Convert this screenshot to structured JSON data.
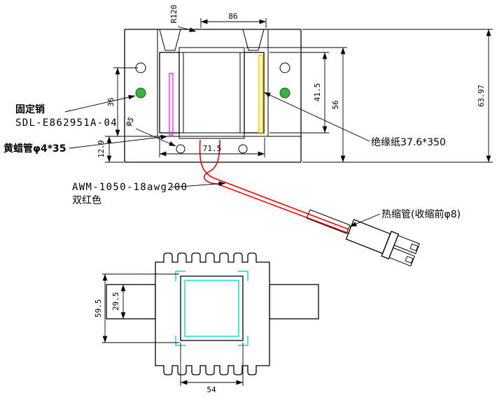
{
  "labels": {
    "fixing_pin": "固定销",
    "fixing_pin_code": "SDL-E862951A-04",
    "yellow_wax_tube": "黄蜡管φ4*35",
    "insulation_paper": "绝缘纸37.6*350",
    "wire_spec": "AWM-1050-18awg200",
    "wire_color": "双红色",
    "heat_shrink_tube": "热缩管(收缩前φ8)"
  },
  "dimensions": {
    "front": {
      "top_radius": "R120",
      "top_width": "86",
      "left_height": "36",
      "base_height": "12.9",
      "hole_diameter": "φ5",
      "coil_window_height": "41.5",
      "bobbin_height": "56",
      "overall_height": "63.97",
      "base_width": "71.5"
    },
    "top": {
      "outer_height": "59.5",
      "inner_height": "29.5",
      "core_width": "54"
    }
  },
  "colors": {
    "line": "#000000",
    "wire_red": "#ff0000",
    "tube_magenta": "#ff00ff",
    "paper_yellow": "#ffe000",
    "pin_green": "#3cb043",
    "core_cyan": "#00dddd",
    "background": "#ffffff"
  }
}
